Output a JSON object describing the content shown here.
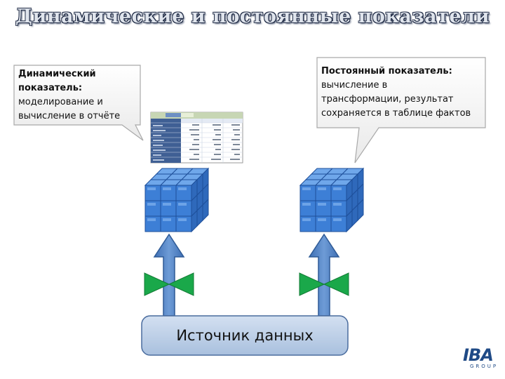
{
  "title": "Динамические и постоянные показатели",
  "callout_left": {
    "lines": [
      "Динамический",
      "показатель:",
      "моделирование и",
      "вычисление в отчёте"
    ]
  },
  "callout_right": {
    "lines": [
      "Постоянный показатель:",
      "вычисление в",
      "трансформации, результат",
      "сохраняется в таблице фактов"
    ]
  },
  "source_box": {
    "label": "Источник данных"
  },
  "logo": {
    "main": "IBA",
    "sub": "GROUP"
  },
  "colors": {
    "callout_border": "#a9a9a9",
    "arrow_fill": "#4f7fc0",
    "arrow_stroke": "#2e5a96",
    "valve_fill": "#1aa84a",
    "cube_fill": "#3d7fd6",
    "source_fill": "#b9cbe4",
    "source_stroke": "#4a6c9e"
  }
}
